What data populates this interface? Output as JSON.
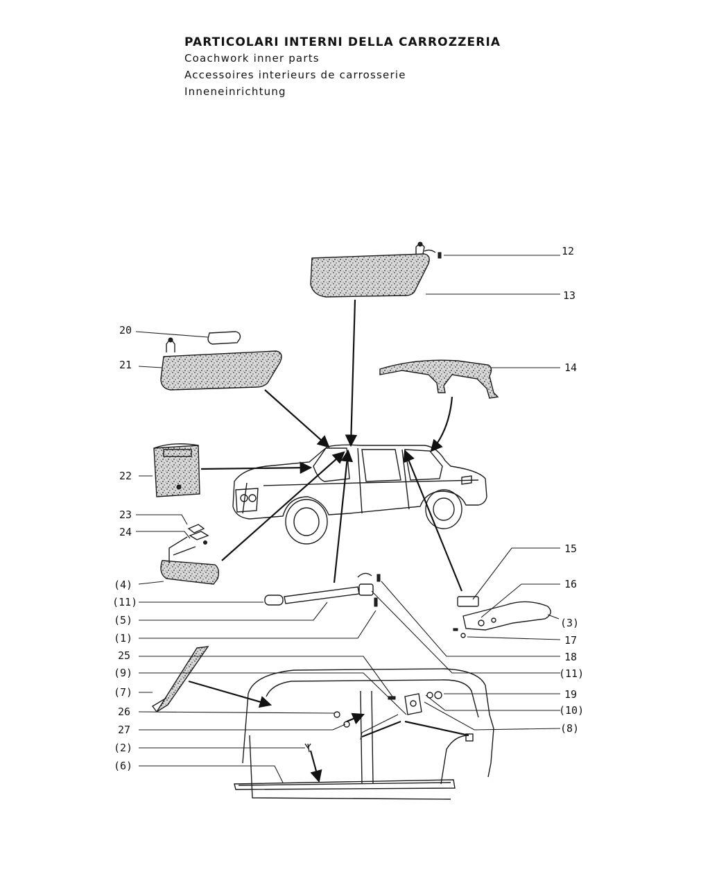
{
  "header": {
    "title": "PARTICOLARI INTERNI DELLA CARROZZERIA",
    "subtitle_en": "Coachwork inner parts",
    "subtitle_fr": "Accessoires interieurs de carrosserie",
    "subtitle_de": "Inneneinrichtung"
  },
  "labels": {
    "l12": "12",
    "l13": "13",
    "l14": "14",
    "l15": "15",
    "l16": "16",
    "l3": "(3)",
    "l17": "17",
    "l18": "18",
    "l11b": "(11)",
    "l19": "19",
    "l10": "(10)",
    "l8": "(8)",
    "l20": "20",
    "l21": "21",
    "l22": "22",
    "l23": "23",
    "l24": "24",
    "l4": "(4)",
    "l11a": "(11)",
    "l5": "(5)",
    "l1": "(1)",
    "l25": "25",
    "l9": "(9)",
    "l7": "(7)",
    "l26": "26",
    "l27": "27",
    "l2": "(2)",
    "l6": "(6)"
  }
}
